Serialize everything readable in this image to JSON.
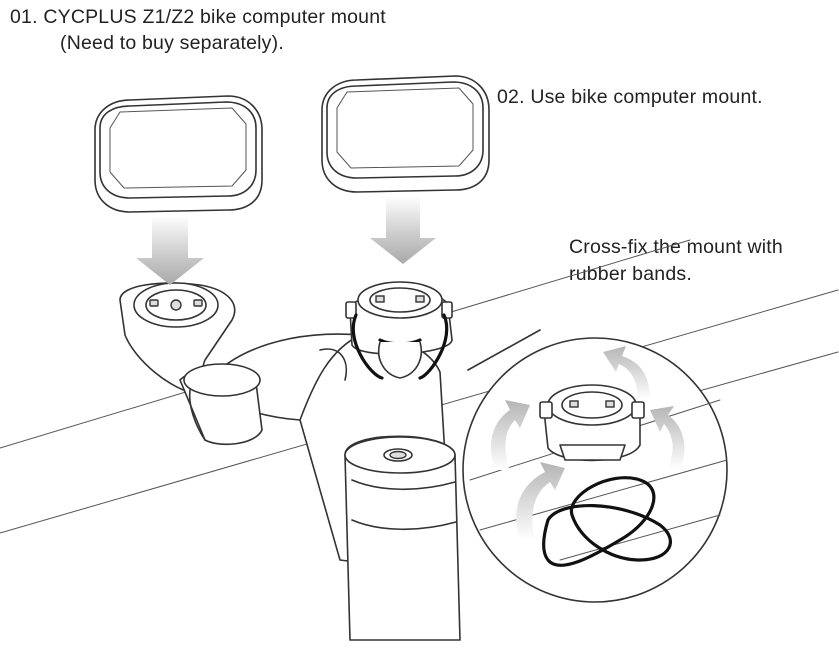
{
  "labels": {
    "step1_line1": "01. CYCPLUS Z1/Z2 bike computer mount",
    "step1_line2": "(Need to buy separately).",
    "step2": "02. Use bike computer mount.",
    "note_line1": "Cross-fix the mount with",
    "note_line2": "rubber bands."
  },
  "icons": [
    "bike-computer-device",
    "out-front-mount",
    "rubber-band-mount",
    "handlebar",
    "stem",
    "arrow-down"
  ],
  "colors": {
    "line": "#333333",
    "arrow": "#bbbbbb",
    "background": "#ffffff"
  }
}
